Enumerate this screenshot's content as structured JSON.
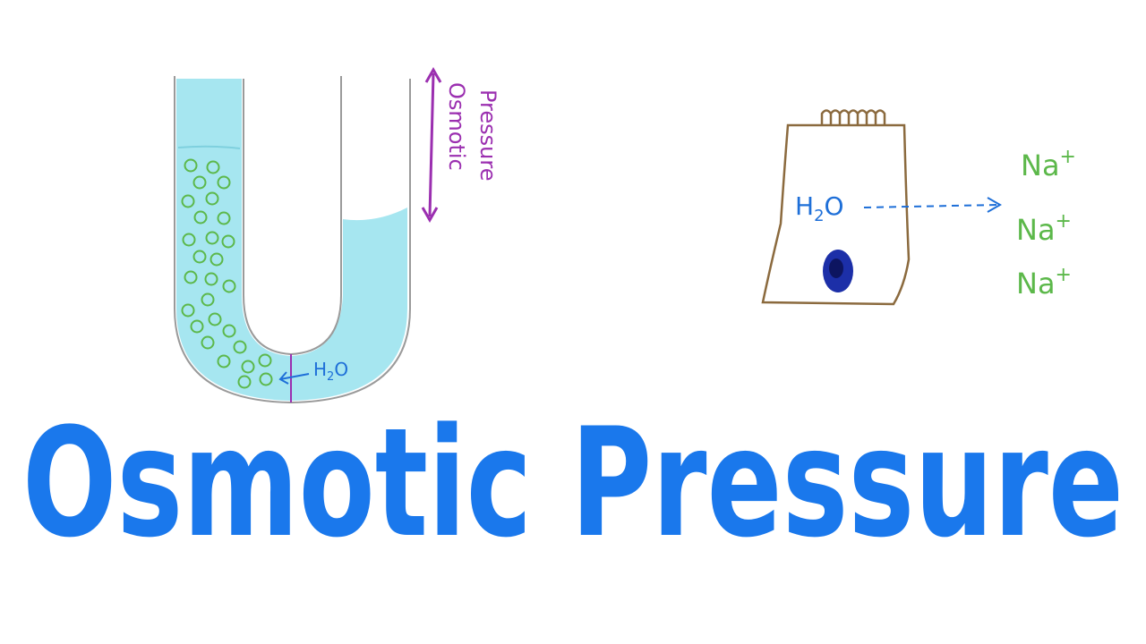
{
  "title": "Osmotic Pressure",
  "u_tube": {
    "pressure_label_line1": "Osmotic",
    "pressure_label_line2": "Pressure",
    "water_label": "H",
    "water_sub": "2",
    "water_o": "O"
  },
  "cell": {
    "water_label": "H",
    "water_sub": "2",
    "water_o": "O",
    "ions": [
      {
        "label": "Na",
        "charge": "+"
      },
      {
        "label": "Na",
        "charge": "+"
      },
      {
        "label": "Na",
        "charge": "+"
      }
    ]
  },
  "colors": {
    "title": "#1a78ec",
    "water": "#a6e6f0",
    "solute": "#5cb84a",
    "pressure_arrow": "#9b2fb0",
    "h2o": "#1e6fd8",
    "cell_outline": "#8b6a3e",
    "nucleus": "#1c2fa8",
    "ion": "#5cb84a",
    "tube_line": "#9a9a9a"
  }
}
